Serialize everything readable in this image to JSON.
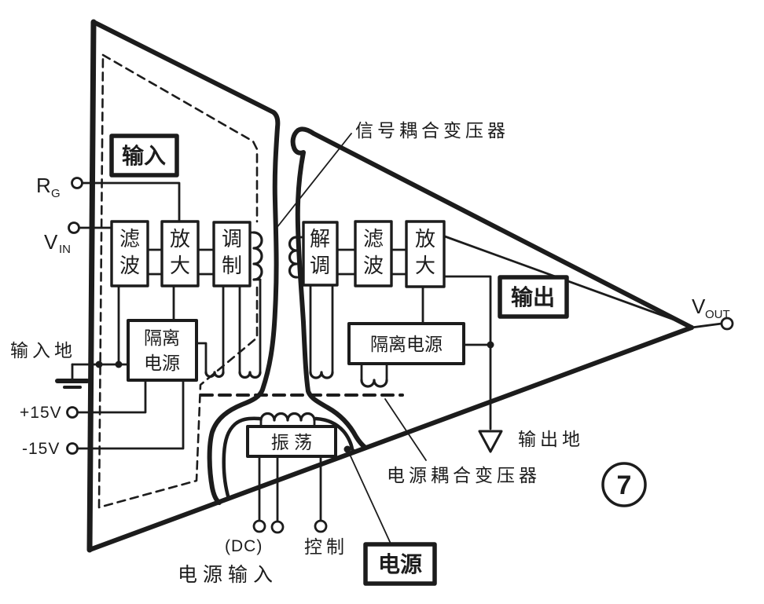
{
  "colors": {
    "ink": "#1c1c1c",
    "paper": "#ffffff"
  },
  "blocks": {
    "input_tag": "输入",
    "output_tag": "输出",
    "power_tag": "电源",
    "filter_in": {
      "c1": "滤",
      "c2": "波"
    },
    "amp_in": {
      "c1": "放",
      "c2": "大"
    },
    "modulator": {
      "c1": "调",
      "c2": "制"
    },
    "demodulator": {
      "c1": "解",
      "c2": "调"
    },
    "filter_out": {
      "c1": "滤",
      "c2": "波"
    },
    "amp_out": {
      "c1": "放",
      "c2": "大"
    },
    "iso_supply_in": {
      "l1": "隔离",
      "l2": "电源"
    },
    "iso_supply_out": "隔离电源",
    "oscillator": "振 荡"
  },
  "terminals": {
    "rg": {
      "base": "R",
      "sub": "G"
    },
    "vin": {
      "base": "V",
      "sub": "IN"
    },
    "vout": {
      "base": "V",
      "sub": "OUT"
    },
    "plus15": "+15V",
    "minus15": "-15V",
    "input_ground": "输入地",
    "output_ground": "输出地",
    "dc": "(DC)",
    "control": "控制",
    "power_input": "电源输入"
  },
  "annotations": {
    "signal_transformer": "信号耦合变压器",
    "power_transformer": "电源耦合变压器",
    "figure_number": "7"
  }
}
